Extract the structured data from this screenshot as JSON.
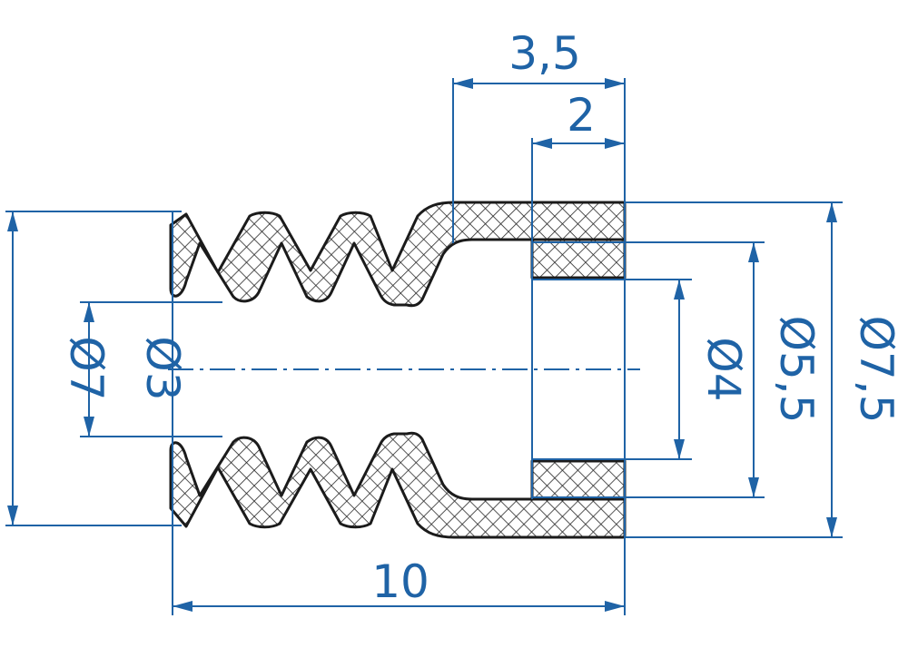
{
  "drawing": {
    "dimensions": {
      "overall_length": "10",
      "sleeve_length": "3,5",
      "bore_depth": "2",
      "dia_outer_bellows": "Ø7",
      "dia_inner_bellows": "Ø3",
      "dia_bore": "Ø4",
      "dia_sleeve_inner": "Ø5,5",
      "dia_sleeve_outer": "Ø7,5"
    },
    "colors": {
      "dimension": "#1f63a6",
      "outline": "#1b1b1b",
      "hatch": "#2a2a2a"
    }
  }
}
